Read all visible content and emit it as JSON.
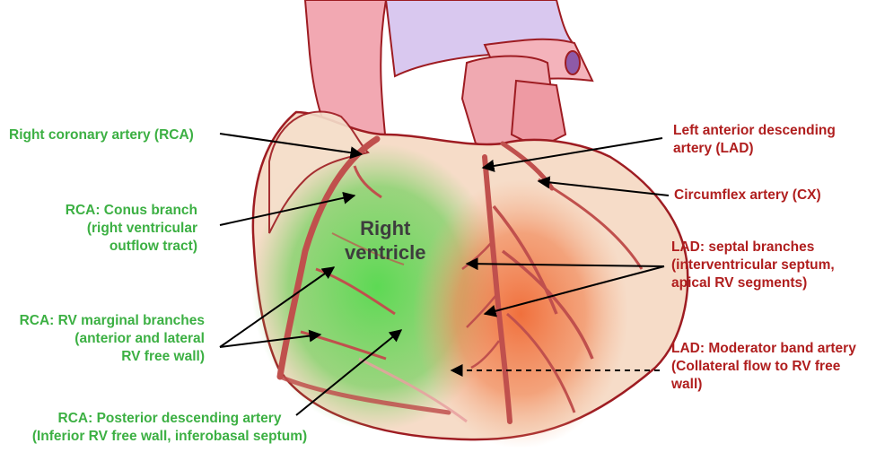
{
  "center_label": "Right\nventricle",
  "labels": {
    "rca": "Right coronary artery (RCA)",
    "conus": "RCA: Conus branch\n(right ventricular\noutflow tract)",
    "marginal": "RCA: RV marginal branches\n(anterior and lateral\nRV free wall)",
    "pda": "RCA: Posterior descending artery\n(Inferior RV free wall, inferobasal septum)",
    "lad": "Left anterior descending\nartery (LAD)",
    "cx": "Circumflex artery (CX)",
    "septal": "LAD: septal branches\n(interventricular septum,\napical RV segments)",
    "moderator": "LAD: Moderator band artery\n(Collateral flow to RV free\nwall)"
  },
  "colors": {
    "rca_text": "#3cb043",
    "lad_text": "#b01e1e",
    "artery": "#c0504d",
    "outline": "#9e1c22",
    "rv_territory": "#5fd35a",
    "lad_territory": "#f07a45"
  }
}
